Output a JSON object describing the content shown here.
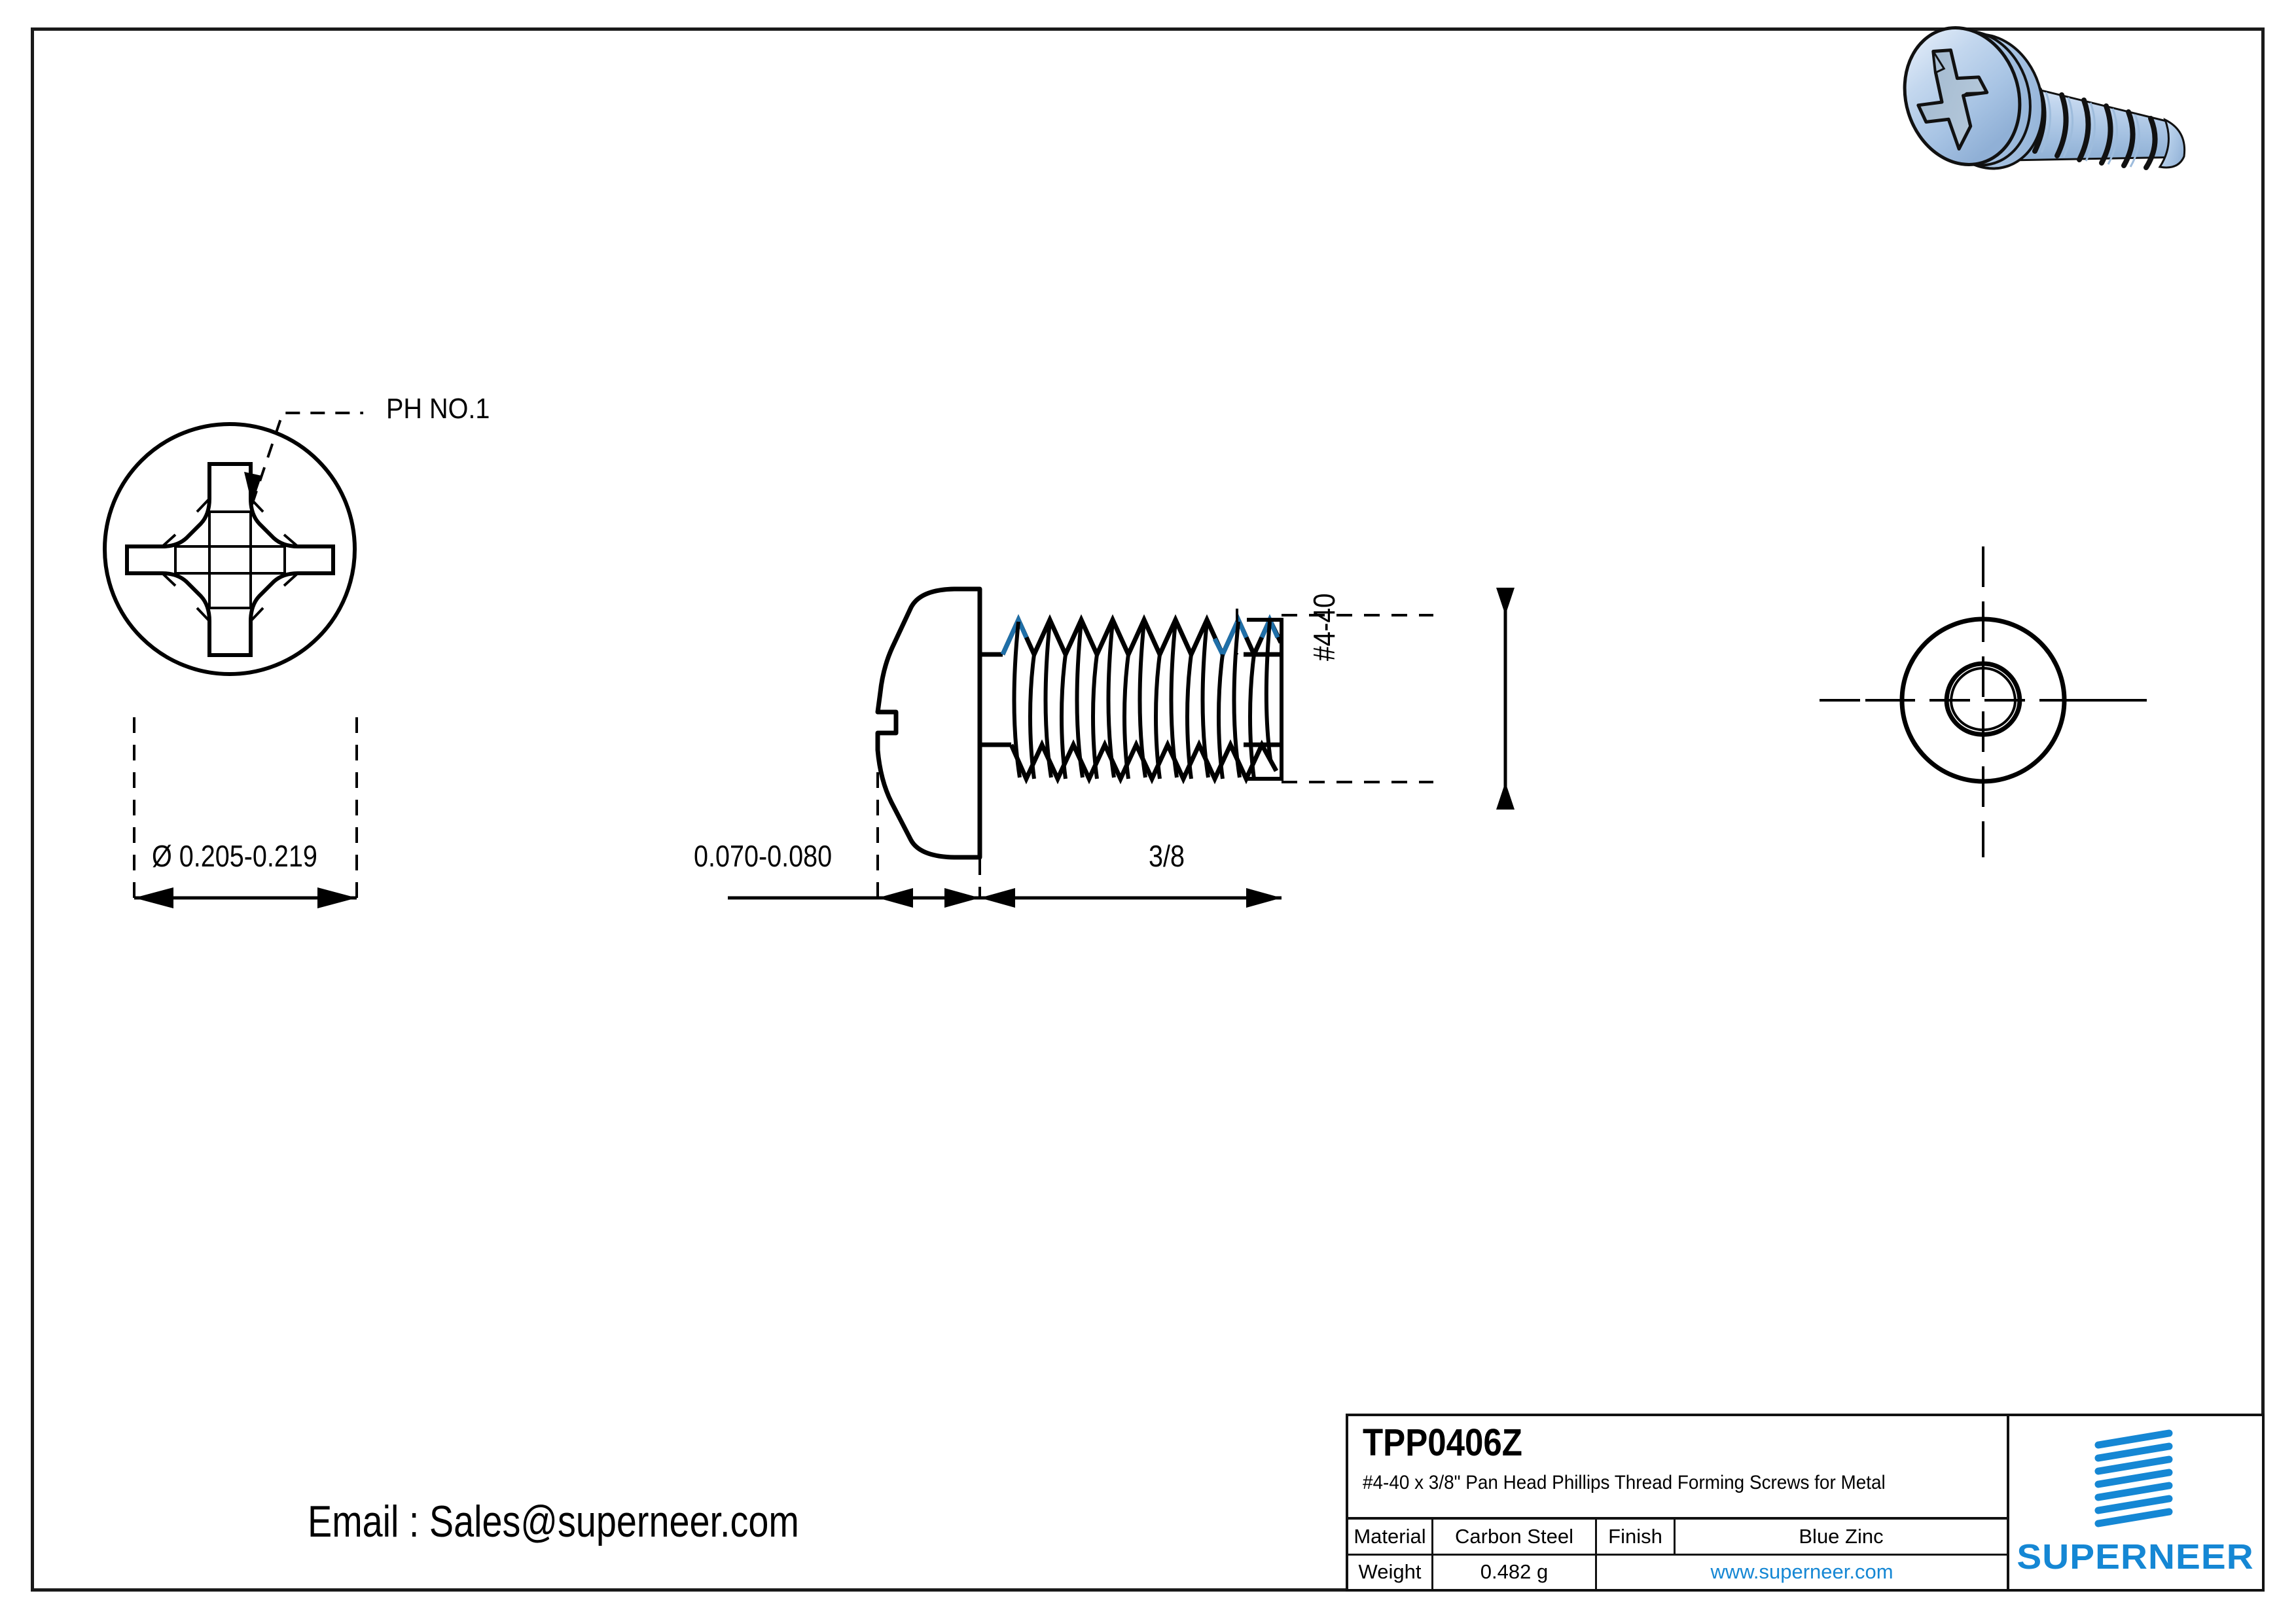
{
  "sheet": {
    "email": "Email : Sales@superneer.com"
  },
  "views": {
    "top_view": {
      "name": "top-view-phillips-recess",
      "leader_label": "PH NO.1",
      "diameter_dimension": "Ø  0.205-0.219"
    },
    "side_view": {
      "name": "side-view-screw-profile",
      "head_height_dimension": "0.070-0.080",
      "thread_length_dimension": "3/8",
      "thread_size_dimension": "#4-40"
    },
    "bottom_view": {
      "name": "bottom-view-trilobular-thread"
    },
    "iso_view": {
      "name": "iso-3d-render-screw"
    }
  },
  "title_block": {
    "part_number": "TPP0406Z",
    "description": "#4-40 x 3/8\" Pan Head Phillips Thread Forming Screws for Metal",
    "material_label": "Material",
    "material_value": "Carbon Steel",
    "finish_label": "Finish",
    "finish_value": "Blue Zinc",
    "weight_label": "Weight",
    "weight_value": "0.482 g",
    "website": "www.superneer.com",
    "company": "SUPERNEER"
  },
  "colors": {
    "brand_blue": "#1587D4",
    "line_black": "#000000",
    "render_body": "#BBD2EC",
    "render_highlight": "#E8F0FA",
    "render_shadow": "#8FAFD2",
    "thread_accent": "#1F6FA8"
  }
}
